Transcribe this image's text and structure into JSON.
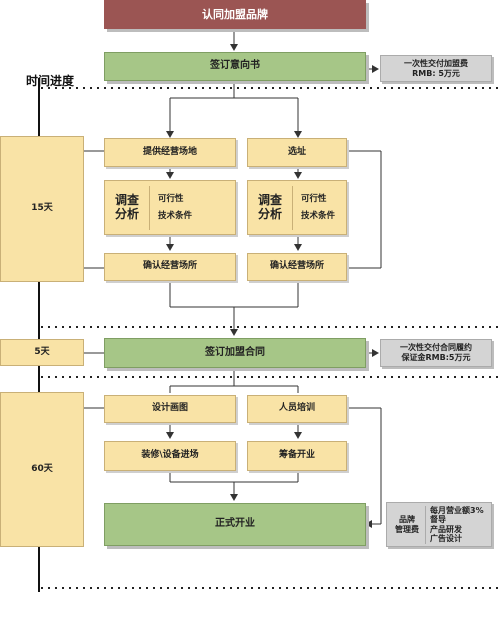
{
  "title": "认同加盟品牌",
  "time_label": "时间进度",
  "durations": {
    "d1": "15天",
    "d2": "5天",
    "d3": "60天"
  },
  "steps": {
    "intent": "签订意向书",
    "provide_site": "提供经营场地",
    "select_site": "选址",
    "survey_1": "调查\n分析",
    "survey_2": "调查\n分析",
    "feasibility_1": "可行性\n技术条件",
    "feasibility_2": "可行性\n技术条件",
    "confirm_1": "确认经营场所",
    "confirm_2": "确认经营场所",
    "contract": "签订加盟合同",
    "design": "设计画图",
    "training": "人员培训",
    "renovation": "装修\\设备进场",
    "prepare_open": "筹备开业",
    "open": "正式开业"
  },
  "fees": {
    "intent_fee": "一次性交付加盟费\nRMB: 5万元",
    "deposit_fee": "一次性交付合同履约\n保证金RMB:5万元",
    "brand_fee_label": "品牌\n管理费",
    "brand_fee_detail": "每月营业额3%\n督导\n产品研发\n广告设计"
  }
}
